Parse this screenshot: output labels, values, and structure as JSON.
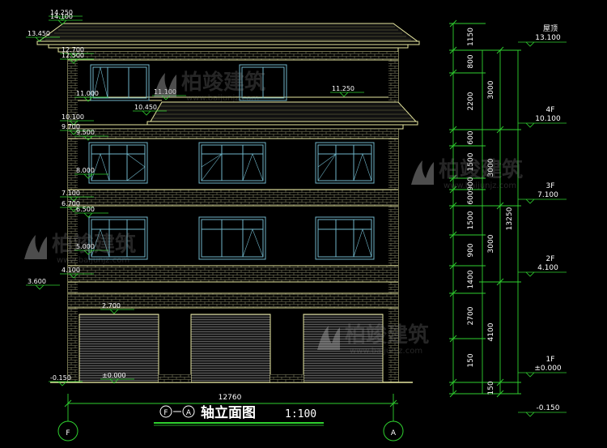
{
  "drawing": {
    "title": "轴立面图",
    "scale": "1:100",
    "axis_left": "F",
    "axis_right": "A",
    "overall_width": "12760"
  },
  "elevations_left": [
    {
      "id": "e14250",
      "text": "14.250"
    },
    {
      "id": "e14100",
      "text": "14.100"
    },
    {
      "id": "e13450",
      "text": "13.450"
    },
    {
      "id": "e12700",
      "text": "12.700"
    },
    {
      "id": "e12500",
      "text": "12.500"
    },
    {
      "id": "e11250",
      "text": "11.250"
    },
    {
      "id": "e11000a",
      "text": "11.000"
    },
    {
      "id": "e11100",
      "text": "11.100"
    },
    {
      "id": "e10450",
      "text": "10.450"
    },
    {
      "id": "e10100",
      "text": "10.100"
    },
    {
      "id": "e9700",
      "text": "9.700"
    },
    {
      "id": "e9500",
      "text": "9.500"
    },
    {
      "id": "e8000",
      "text": "8.000"
    },
    {
      "id": "e7100",
      "text": "7.100"
    },
    {
      "id": "e6700",
      "text": "6.700"
    },
    {
      "id": "e6500",
      "text": "6.500"
    },
    {
      "id": "e5000",
      "text": "5.000"
    },
    {
      "id": "e4100",
      "text": "4.100"
    },
    {
      "id": "e3600",
      "text": "3.600"
    },
    {
      "id": "e2700",
      "text": "2.700"
    },
    {
      "id": "e0",
      "text": "±0.000"
    },
    {
      "id": "em0150",
      "text": "-0.150"
    }
  ],
  "dims_outer": [
    "1150",
    "800",
    "2200",
    "600",
    "1500",
    "900",
    "600",
    "1500",
    "900",
    "1400",
    "2700",
    "150"
  ],
  "dims_mid": [
    "3000",
    "3000",
    "3000",
    "4100",
    "150"
  ],
  "dim_total": "13250",
  "floors": [
    {
      "name": "屋顶",
      "elev": "13.100"
    },
    {
      "name": "4F",
      "elev": "10.100"
    },
    {
      "name": "3F",
      "elev": "7.100"
    },
    {
      "name": "2F",
      "elev": "4.100"
    },
    {
      "name": "1F",
      "elev": "±0.000"
    },
    {
      "name": "",
      "elev": "-0.150"
    }
  ],
  "watermark": {
    "brand": "柏竣建筑",
    "url": "www.baijunjz.com"
  },
  "colors": {
    "line": "#e8e8a0",
    "window": "#6fb5c8",
    "green": "#2fd12f",
    "white": "#ffffff",
    "wall": "#000000"
  }
}
